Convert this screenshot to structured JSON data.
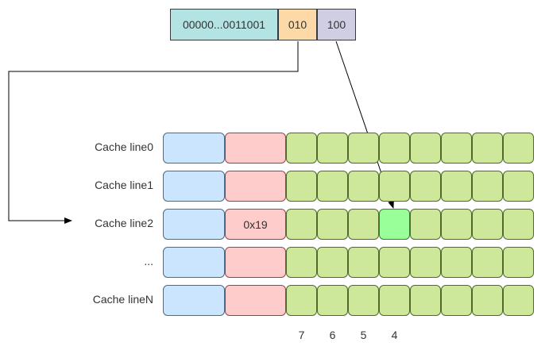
{
  "address": {
    "tag": "00000...0011001",
    "index": "010",
    "offset": "100"
  },
  "cache_lines": [
    {
      "label": "Cache line0",
      "tag_value": "",
      "highlight_byte": null
    },
    {
      "label": "Cache line1",
      "tag_value": "",
      "highlight_byte": null
    },
    {
      "label": "Cache line2",
      "tag_value": "0x19",
      "highlight_byte": 4
    },
    {
      "label": "...",
      "tag_value": "",
      "highlight_byte": null
    },
    {
      "label": "Cache lineN",
      "tag_value": "",
      "highlight_byte": null
    }
  ],
  "byte_numbers": [
    "7",
    "6",
    "5",
    "4"
  ],
  "colors": {
    "tag_field": "#b3e3e3",
    "index_field": "#fcd9a6",
    "offset_field": "#d0cee2",
    "valid_bit": "#cce5ff",
    "tag_block": "#ffcccc",
    "data_byte": "#cde89a",
    "selected_byte": "#99ff99"
  }
}
